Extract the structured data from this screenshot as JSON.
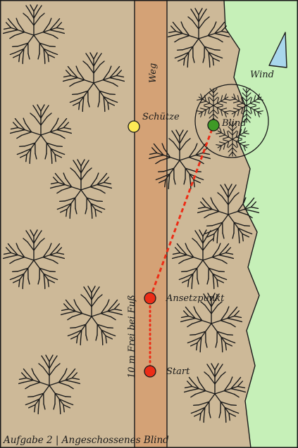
{
  "title": "Aufgabe 2 | Angeschossenes Blind",
  "labels": {
    "path": "Weg",
    "shooter": "Schütze",
    "blind": "Blind",
    "approach_point": "Ansetzpunkt",
    "start": "Start",
    "wind": "Wind",
    "heel_note": "10 m Frei bei Fuß"
  },
  "colors": {
    "forest": "#cdb998",
    "path": "#d4a276",
    "meadow": "#c6f0b8",
    "shooter_marker": "#fde955",
    "blind_marker": "#3e9a26",
    "route_markers": "#ec2d17",
    "wind_arrow": "#a9d7ec",
    "outline": "#1a1a1a"
  },
  "icons": [
    "tree-icon",
    "wind-arrow-icon"
  ]
}
